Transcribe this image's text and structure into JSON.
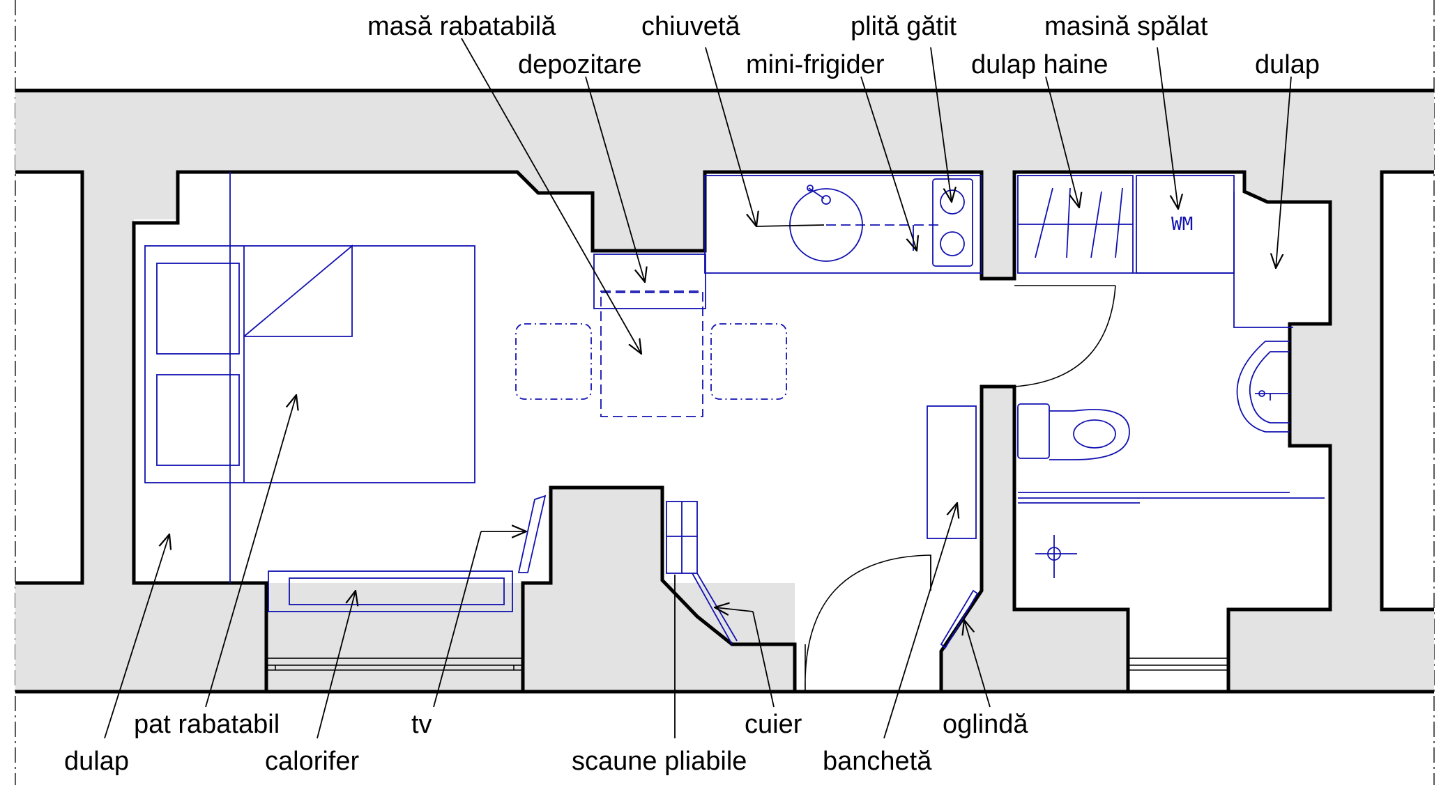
{
  "labels": {
    "masa_rabatabila": "masă rabatabilă",
    "chiuveta": "chiuvetă",
    "plita_gatit": "plită gătit",
    "masina_spalat": "masină spălat",
    "depozitare": "depozitare",
    "mini_frigider": "mini-frigider",
    "dulap_haine": "dulap haine",
    "dulap_top": "dulap",
    "dulap_bottom": "dulap",
    "pat_rabatabil": "pat rabatabil",
    "calorifer": "calorifer",
    "tv": "tv",
    "scaune_pliabile": "scaune pliabile",
    "cuier": "cuier",
    "bancheta": "banchetă",
    "oglinda": "oglindă"
  },
  "appliance_marks": {
    "washing_machine": "WM"
  },
  "colors": {
    "wall_fill": "#e3e3e3",
    "wall_line": "#000000",
    "furniture_line": "#1010b0",
    "background": "#ffffff"
  }
}
